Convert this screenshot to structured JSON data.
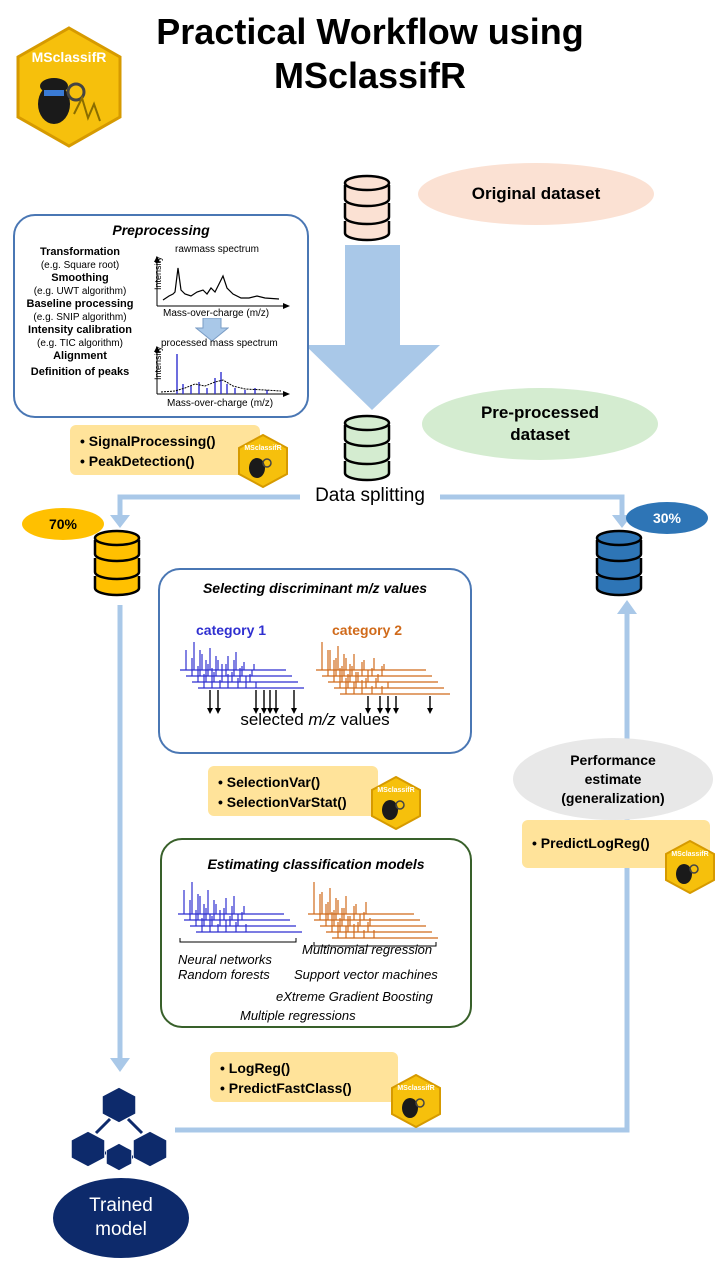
{
  "title": {
    "line1": "Practical Workflow using",
    "line2": "MSclassifR"
  },
  "logo": {
    "text": "MSclassifR"
  },
  "original_dataset": "Original dataset",
  "preprocessed_dataset": {
    "line1": "Pre-processed",
    "line2": "dataset"
  },
  "preprocessing": {
    "title": "Preprocessing",
    "steps": [
      {
        "name": "Transformation",
        "detail": "(e.g. Square root)"
      },
      {
        "name": "Smoothing",
        "detail": "(e.g. UWT algorithm)"
      },
      {
        "name": "Baseline processing",
        "detail": "(e.g. SNIP algorithm)"
      },
      {
        "name": "Intensity calibration",
        "detail": "(e.g. TIC algorithm)"
      },
      {
        "name": "Alignment",
        "detail": ""
      },
      {
        "name": "Definition of peaks",
        "detail": ""
      }
    ],
    "raw_label": "rawmass spectrum",
    "processed_label": "processed mass spectrum",
    "y_axis": "Intensity",
    "x_axis": "Mass-over-charge (m/z)"
  },
  "fn_preprocessing": [
    "• SignalProcessing()",
    "• PeakDetection()"
  ],
  "data_splitting": "Data splitting",
  "split_train": "70%",
  "split_test": "30%",
  "selecting": {
    "title_part1": "Selecting discriminant ",
    "title_mz": "m/z",
    "title_part2": " values",
    "category1": "category 1",
    "category2": "category 2",
    "footer_part1": "selected ",
    "footer_mz": "m/z",
    "footer_part2": " values"
  },
  "fn_selection": [
    "• SelectionVar()",
    "• SelectionVarStat()"
  ],
  "estimating": {
    "title": "Estimating classification models",
    "models": [
      "Neural networks",
      "Multinomial regression",
      "Random forests",
      "Support vector machines",
      "eXtreme Gradient Boosting",
      "Multiple regressions"
    ]
  },
  "fn_models": [
    "• LogReg()",
    "• PredictFastClass()"
  ],
  "performance": {
    "line1": "Performance",
    "line2": "estimate",
    "line3": "(generalization)"
  },
  "fn_predict": [
    "• PredictLogReg()"
  ],
  "trained_model": {
    "line1": "Trained",
    "line2": "model"
  },
  "colors": {
    "arrow": "#a9c8e8",
    "db_original": "#fbe1d3",
    "db_preprocessed": "#d4ecd0",
    "db_train": "#ffc000",
    "db_test": "#2e75b6",
    "category1": "#2f2fd0",
    "category2": "#d06a1a",
    "trained_model": "#0d2a6b",
    "fn_box": "#ffe39a"
  }
}
